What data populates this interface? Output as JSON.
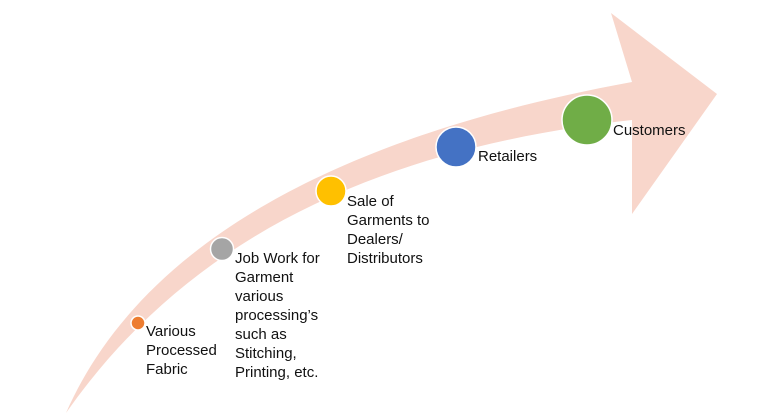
{
  "diagram": {
    "arrow_color": "#f8d6cb",
    "steps": [
      {
        "label": "Various\nProcessed\nFabric",
        "color": "#ed7d31",
        "icon": "dot-icon"
      },
      {
        "label": "Job Work for\nGarment\nvarious\nprocessing’s\nsuch as\nStitching,\nPrinting, etc.",
        "color": "#a5a5a5",
        "icon": "dot-icon"
      },
      {
        "label": "Sale of\nGarments to\nDealers/\nDistributors",
        "color": "#ffc000",
        "icon": "dot-icon"
      },
      {
        "label": "Retailers",
        "color": "#4472c4",
        "icon": "dot-icon"
      },
      {
        "label": "Customers",
        "color": "#70ad47",
        "icon": "dot-icon"
      }
    ]
  }
}
